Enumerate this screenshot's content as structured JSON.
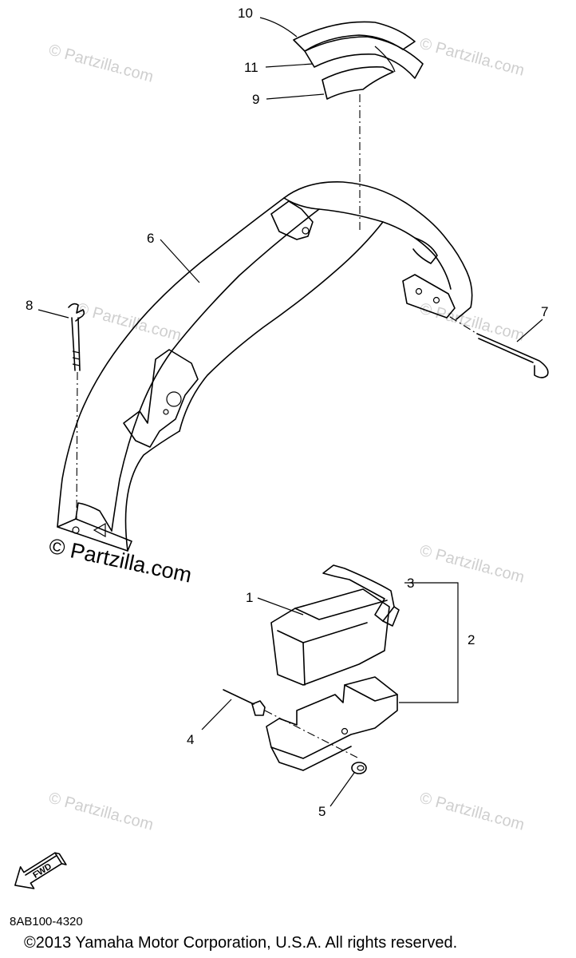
{
  "callouts": {
    "c1": "1",
    "c2": "2",
    "c3": "3",
    "c4": "4",
    "c5": "5",
    "c6": "6",
    "c7": "7",
    "c8": "8",
    "c9": "9",
    "c10": "10",
    "c11": "11"
  },
  "watermarks": {
    "text": "© Partzilla.com",
    "prominent": "© Partzilla.com"
  },
  "fwd_label": "FWD",
  "diagram_code": "8AB100-4320",
  "copyright": "©2013 Yamaha Motor Corporation, U.S.A. All rights reserved.",
  "colors": {
    "line": "#000000",
    "watermark": "#cfcfcf",
    "background": "#ffffff"
  }
}
